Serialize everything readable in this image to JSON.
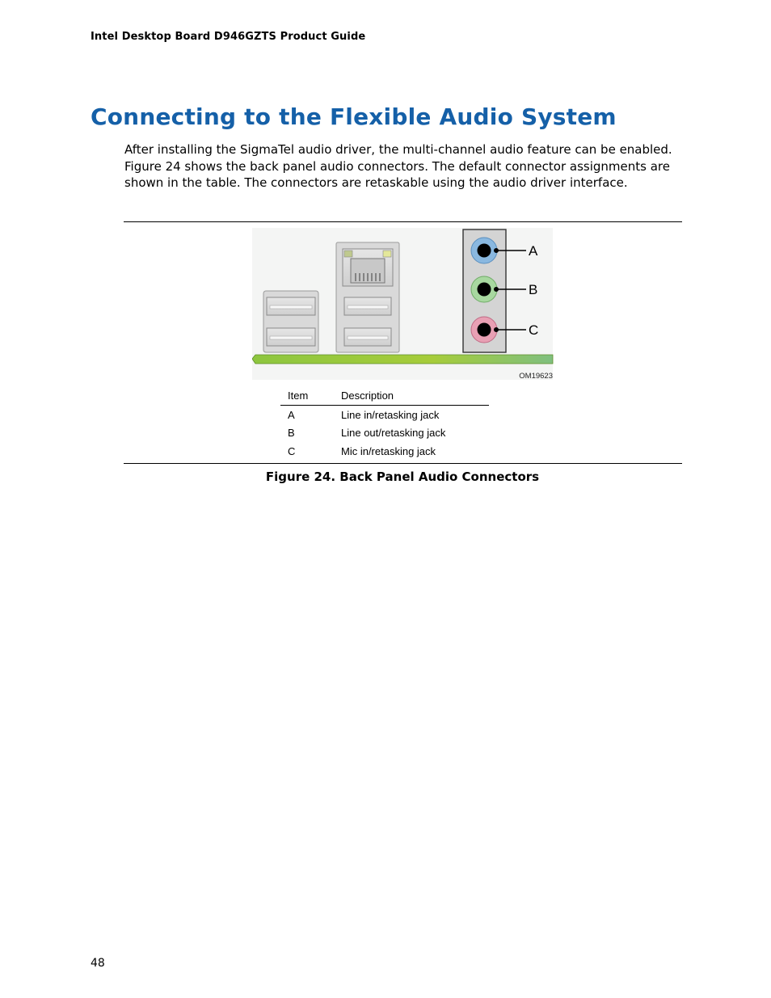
{
  "header": {
    "text": "Intel Desktop Board D946GZTS Product Guide"
  },
  "section": {
    "title": "Connecting to the Flexible Audio System"
  },
  "body": {
    "paragraph": "After installing the SigmaTel audio driver, the multi-channel audio feature can be enabled.  Figure 24 shows the back panel audio connectors.  The default connector assignments are shown in the table.  The connectors are retaskable using the audio driver interface."
  },
  "figure": {
    "callouts": [
      "A",
      "B",
      "C"
    ],
    "drawing_id": "OM19623",
    "jack_colors": {
      "A": "#8ab8e0",
      "B": "#a8d8a0",
      "C": "#e8a0b4"
    },
    "board_color": "#9cc84a",
    "table": {
      "headers": [
        "Item",
        "Description"
      ],
      "rows": [
        [
          "A",
          "Line in/retasking jack"
        ],
        [
          "B",
          "Line out/retasking jack"
        ],
        [
          "C",
          "Mic in/retasking jack"
        ]
      ]
    },
    "caption": "Figure 24.  Back Panel Audio Connectors"
  },
  "footer": {
    "page_number": "48"
  }
}
